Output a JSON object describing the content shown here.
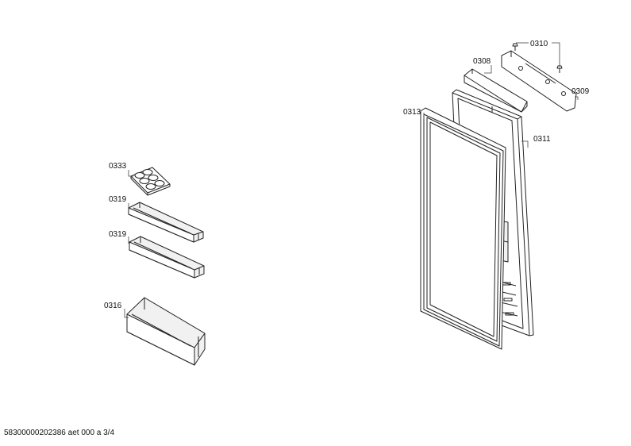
{
  "callouts": {
    "c0333": "0333",
    "c0319_upper": "0319",
    "c0319_lower": "0319",
    "c0316": "0316",
    "c0310": "0310",
    "c0308": "0308",
    "c0309": "0309",
    "c0313": "0313",
    "c0311": "0311"
  },
  "footer": {
    "document_id": "58300000202386 aet 000 a 3/4"
  }
}
